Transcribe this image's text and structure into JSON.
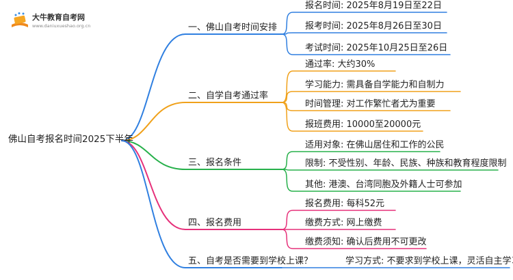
{
  "brand": {
    "name": "大牛教育自考网",
    "url": "www.daniuxueshao.org.cn"
  },
  "root": {
    "label": "佛山自考报名时间2025下半年"
  },
  "branches": [
    {
      "label": "一、佛山自考时间安排",
      "color": "#2f7fe0",
      "leaves": [
        "报名时间: 2025年8月19日至22日",
        "报考时间: 2025年8月26日至30日",
        "考试时间: 2025年10月25日至26日"
      ]
    },
    {
      "label": "二、自学自考通过率",
      "color": "#f0a11a",
      "leaves": [
        "通过率: 大约30%",
        "学习能力: 需具备自学能力和自制力",
        "时间管理: 对工作繁忙者尤为重要",
        "报班费用: 10000至20000元"
      ]
    },
    {
      "label": "三、报名条件",
      "color": "#26b04a",
      "leaves": [
        "适用对象: 在佛山居住和工作的公民",
        "限制: 不受性别、年龄、民族、种族和教育程度限制",
        "其他: 港澳、台湾同胞及外籍人士可参加"
      ]
    },
    {
      "label": "四、报名费用",
      "color": "#e6307a",
      "leaves": [
        "报名费用: 每科52元",
        "缴费方式: 网上缴费",
        "缴费须知: 确认后费用不可更改"
      ]
    },
    {
      "label": "五、自考是否需要到学校上课？",
      "color": "#2f7fe0",
      "leaves": [
        "学习方式: 不要求到学校上课，灵活自主学习"
      ]
    }
  ]
}
